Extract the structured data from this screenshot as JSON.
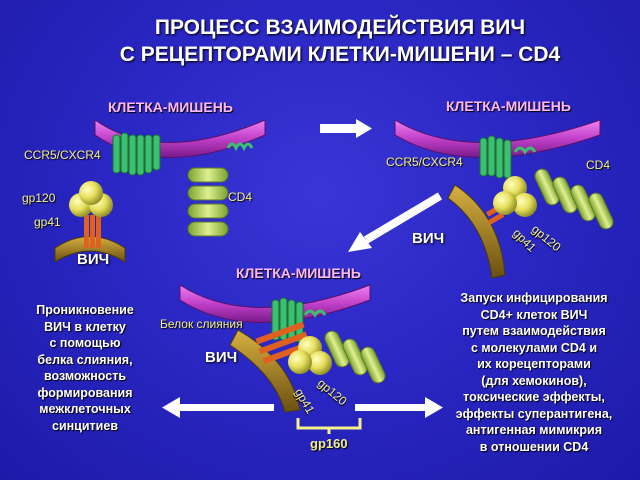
{
  "title": {
    "line1": "ПРОЦЕСС ВЗАИМОДЕЙСТВИЯ ВИЧ",
    "line2": "С РЕЦЕПТОРАМИ КЛЕТКИ-МИШЕНИ – CD4"
  },
  "labels": {
    "target_cell": "КЛЕТКА-МИШЕНЬ",
    "coreceptor": "CCR5/CXCR4",
    "cd4": "CD4",
    "gp120": "gp120",
    "gp41": "gp41",
    "virus": "ВИЧ",
    "fusion_protein": "Белок слияния",
    "gp160": "gp160"
  },
  "left_text": [
    "Проникновение",
    "ВИЧ в клетку",
    "с помощью",
    "белка слияния,",
    "возможность",
    "формирования",
    "межклеточных",
    "синцитиев"
  ],
  "right_text": [
    "Запуск инфицирования",
    "CD4+ клеток ВИЧ",
    "путем взаимодействия",
    "с молекулами CD4 и",
    "их корецепторами",
    "(для хемокинов),",
    "токсические эффекты,",
    "эффекты суперантигена,",
    "антигенная мимикрия",
    "в отношении CD4"
  ],
  "colors": {
    "background": "#2a27c4",
    "membrane": "#c040c8",
    "receptor_green": "#3cc070",
    "cd4_green": "#c8e070",
    "virus_brown": "#a08020",
    "gp120_yellow": "#e8e060",
    "fusion_orange": "#e06020",
    "label_yellow": "#f4f08a",
    "cell_label_pink": "#ffb8f0"
  }
}
